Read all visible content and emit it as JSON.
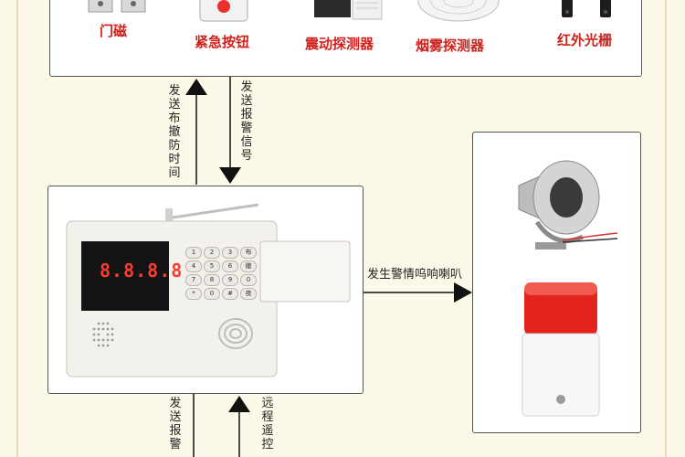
{
  "sensors": [
    {
      "label": "门磁"
    },
    {
      "label": "紧急按钮"
    },
    {
      "label": "震动探测器"
    },
    {
      "label": "烟雾探测器"
    },
    {
      "label": "红外光栅"
    }
  ],
  "arrows": {
    "up_label": "发送布撤防时间",
    "down_label": "发送报警信号",
    "right_label": "发生警情呜响喇叭",
    "bottom_left_label": "发送报警",
    "bottom_right_label": "远程遥控"
  },
  "host": {
    "display": "8.8.8.8",
    "keys": [
      "1",
      "2",
      "3",
      "布",
      "4",
      "5",
      "6",
      "撤",
      "7",
      "8",
      "9",
      "0",
      "*",
      "0",
      "#",
      "夜"
    ]
  },
  "colors": {
    "label_red": "#d0211c",
    "background": "#fdf9e8",
    "display_red": "#ff3b30"
  }
}
